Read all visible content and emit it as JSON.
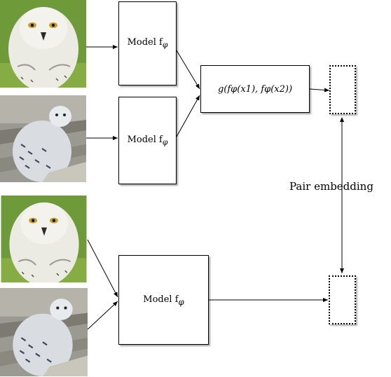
{
  "top_pipeline": {
    "model_1_label": "Model f",
    "model_1_sub": "φ",
    "model_2_label": "Model f",
    "model_2_sub": "φ",
    "combine_label": "g(fφ(x1), fφ(x2))"
  },
  "bottom_pipeline": {
    "model_label": "Model f",
    "model_sub": "φ"
  },
  "pair_embedding_label": "Pair embedding",
  "images": {
    "owl_face": "snowy-owl-face",
    "owl_perched": "snowy-owl-perched"
  }
}
